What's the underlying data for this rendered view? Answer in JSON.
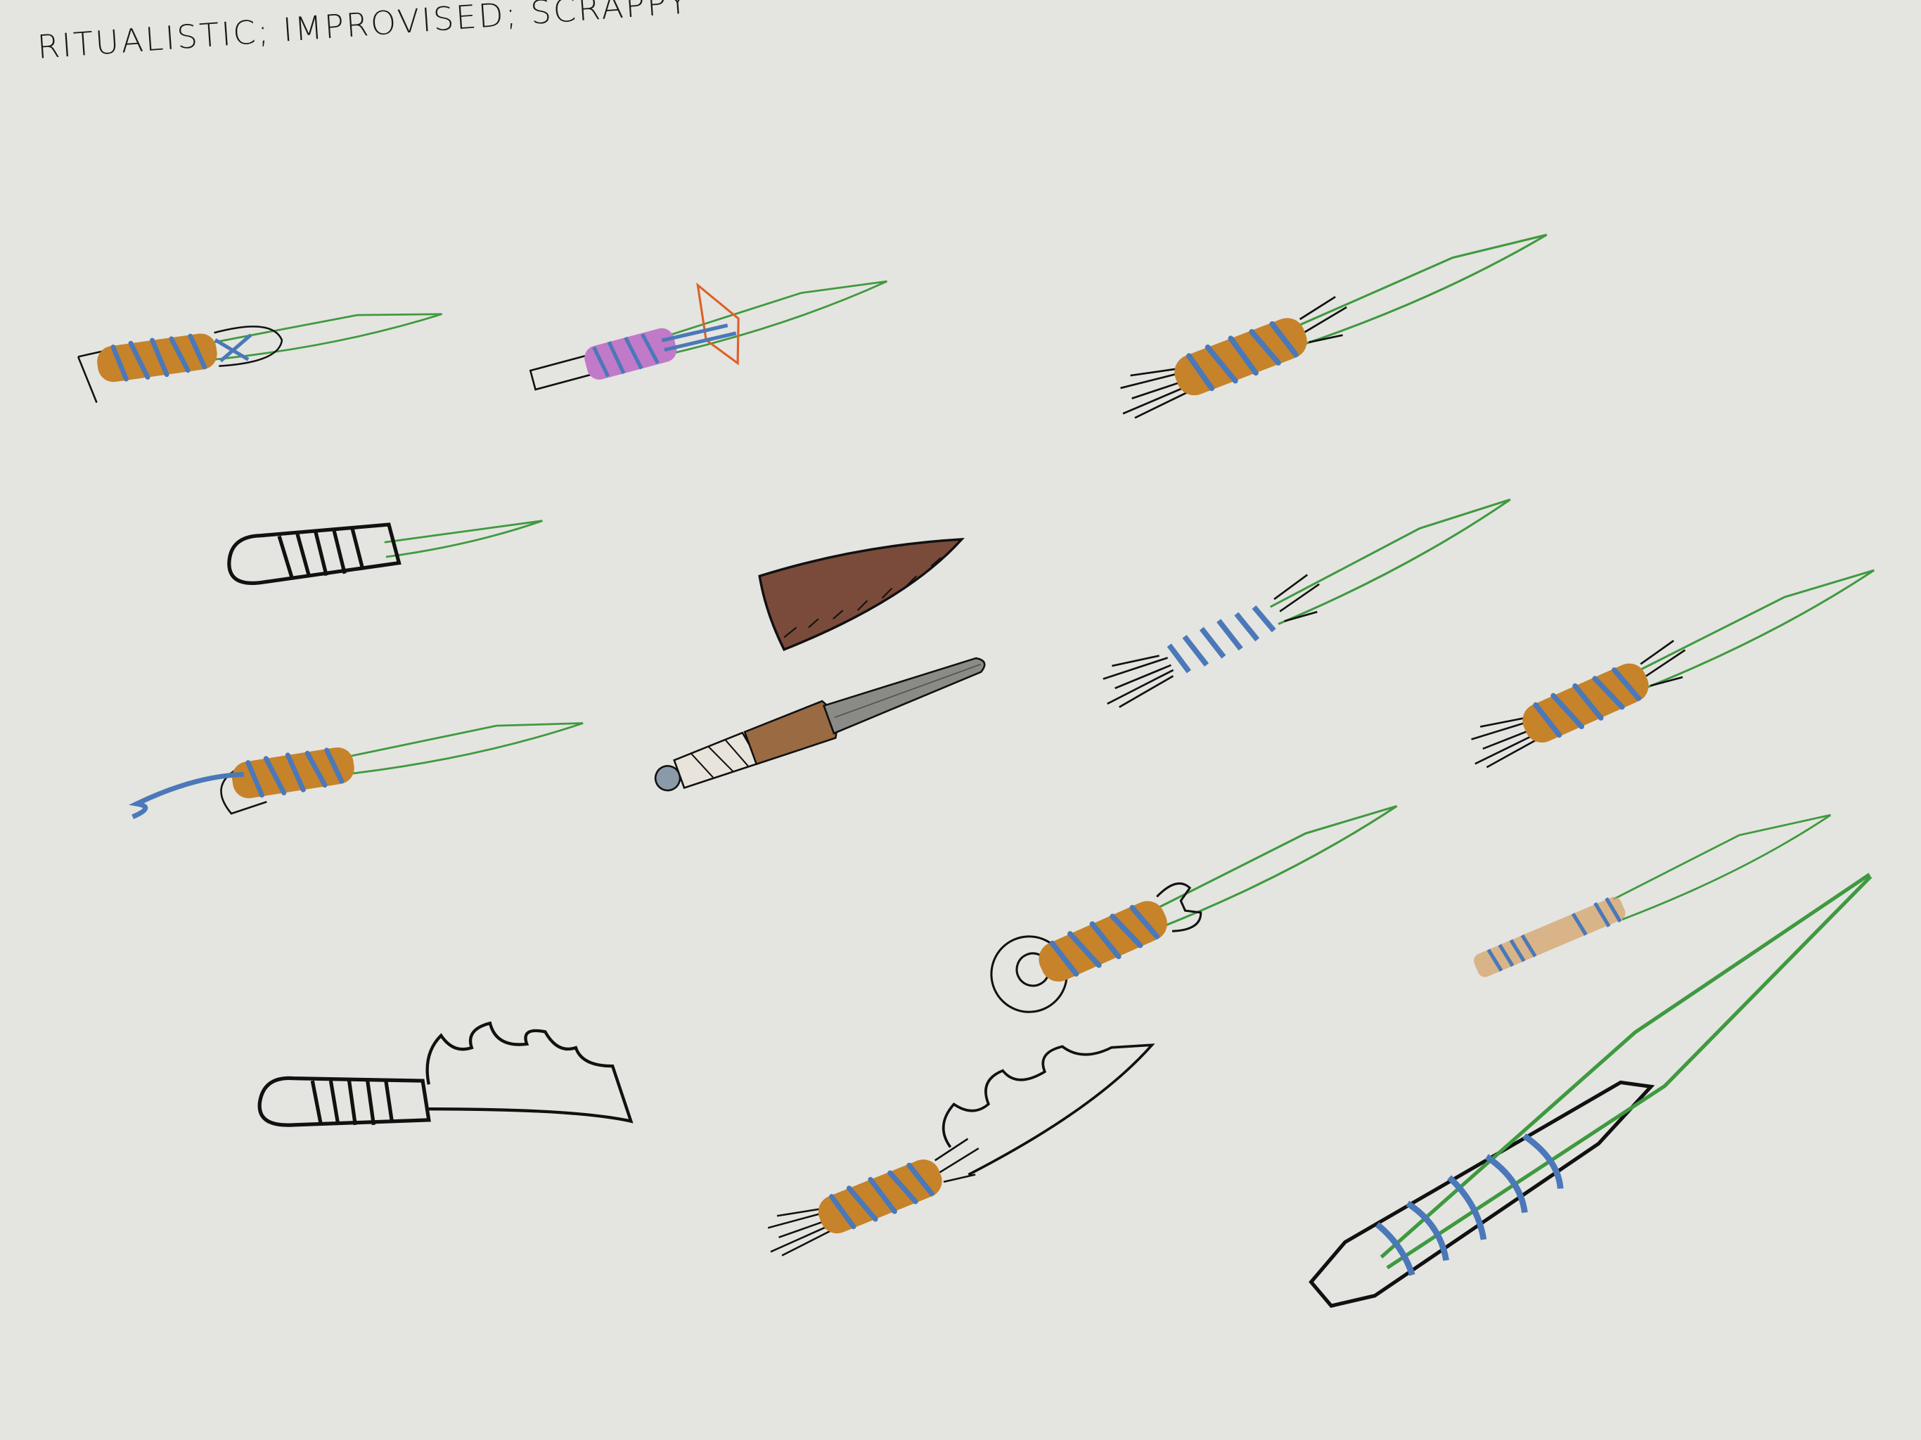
{
  "title": "RITUALISTIC; IMPROVISED; SCRAPPY",
  "colors": {
    "background": "#e4e4e0",
    "blade_outline": "#3f9a3f",
    "wrap_orange": "#c6832a",
    "wrap_blue": "#4a78b8",
    "wrap_purple": "#c07ac8",
    "guard_red": "#e0602a",
    "sheath_brown": "#7a4a3a",
    "dagger_blade": "#8a8a86",
    "ink": "#111111"
  },
  "sketches": [
    {
      "name": "wrapped-knife-1"
    },
    {
      "name": "purple-wrapped-knife"
    },
    {
      "name": "stick-bundle-knife-1"
    },
    {
      "name": "black-handle-knife"
    },
    {
      "name": "cord-tail-knife"
    },
    {
      "name": "blue-wrapped-stick-knife"
    },
    {
      "name": "stick-bundle-knife-2"
    },
    {
      "name": "wrench-handle-knife"
    },
    {
      "name": "small-wrapped-knife"
    },
    {
      "name": "flame-blade-knife-1"
    },
    {
      "name": "flame-blade-knife-2"
    },
    {
      "name": "driftwood-knife"
    },
    {
      "name": "leather-sheath"
    },
    {
      "name": "reference-dagger"
    }
  ]
}
